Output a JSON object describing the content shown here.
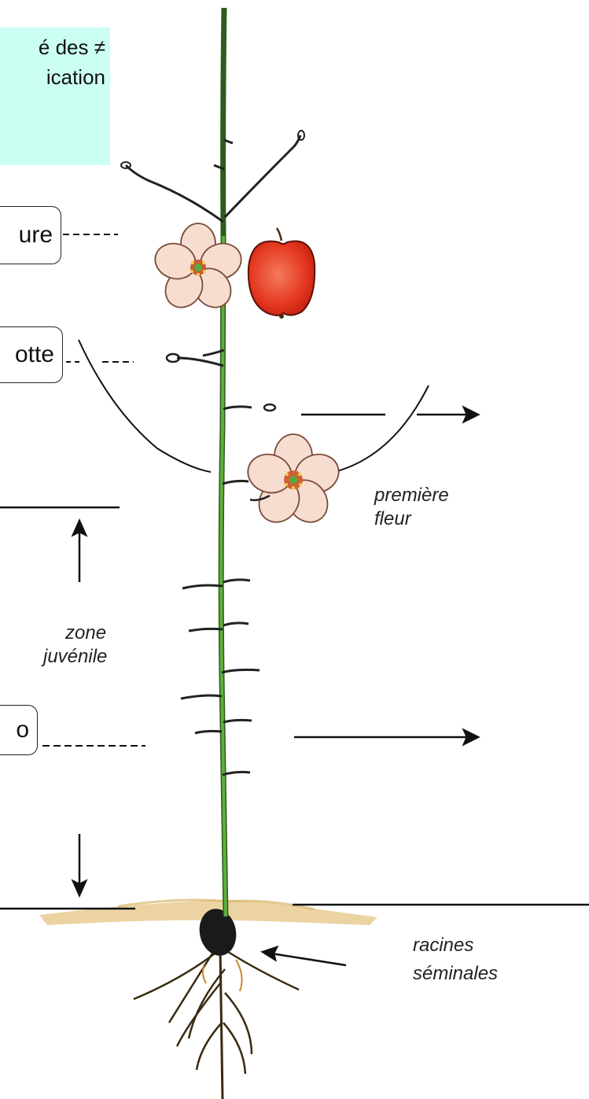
{
  "callout": {
    "line1": "é des ≠",
    "line2": "ication"
  },
  "boxes": {
    "top": "ure",
    "middle": "otte",
    "bottom": "o"
  },
  "labels": {
    "first_flower_line1": "première",
    "first_flower_line2": "fleur",
    "juvenile_line1": "zone",
    "juvenile_line2": "juvénile",
    "roots_line1": "racines",
    "roots_line2": "séminales"
  },
  "colors": {
    "callout_bg": "#ccfff4",
    "stem": "#3f8a2e",
    "apple": "#e8402a",
    "petal": "#f6ddd0",
    "soil": "#e7c98a",
    "seed": "#1a1a1a"
  }
}
